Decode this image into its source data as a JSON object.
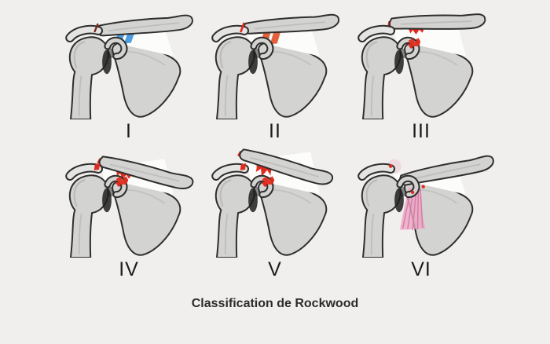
{
  "caption": {
    "text": "Classification de Rockwood"
  },
  "colors": {
    "background": "#f0efee",
    "bone_fill": "#d3d3d2",
    "bone_outline": "#2e2e2d",
    "bone_highlight": "#b9b9b8",
    "bone_inner_light": "#e4e4e3",
    "joint_shadow": "#1f1f1f",
    "joint_space": "#fcfcfb",
    "ligament_intact_blue": "#4d9de2",
    "ligament_sprain_orange": "#e2603a",
    "ligament_torn_red": "#e02c1e",
    "ac_sprain_dark_red": "#7a2418",
    "muscle_pink_fill": "#eba6c3",
    "muscle_pink_stripe": "#d874a4",
    "label_color": "#1c1c1c",
    "caption_color": "#2b2b2b"
  },
  "panels": [
    {
      "label": "I",
      "illustration": "shoulder-grade-1-ac-sprain-intact-blue-ligaments"
    },
    {
      "label": "II",
      "illustration": "shoulder-grade-2-ac-tear-cc-ligament-sprain"
    },
    {
      "label": "III",
      "illustration": "shoulder-grade-3-clavicle-elevated-ligaments-torn"
    },
    {
      "label": "IV",
      "illustration": "shoulder-grade-4-clavicle-displaced-posteriorly"
    },
    {
      "label": "V",
      "illustration": "shoulder-grade-5-clavicle-highly-elevated"
    },
    {
      "label": "VI",
      "illustration": "shoulder-grade-6-clavicle-displaced-inferiorly-muscle-fibers"
    }
  ]
}
